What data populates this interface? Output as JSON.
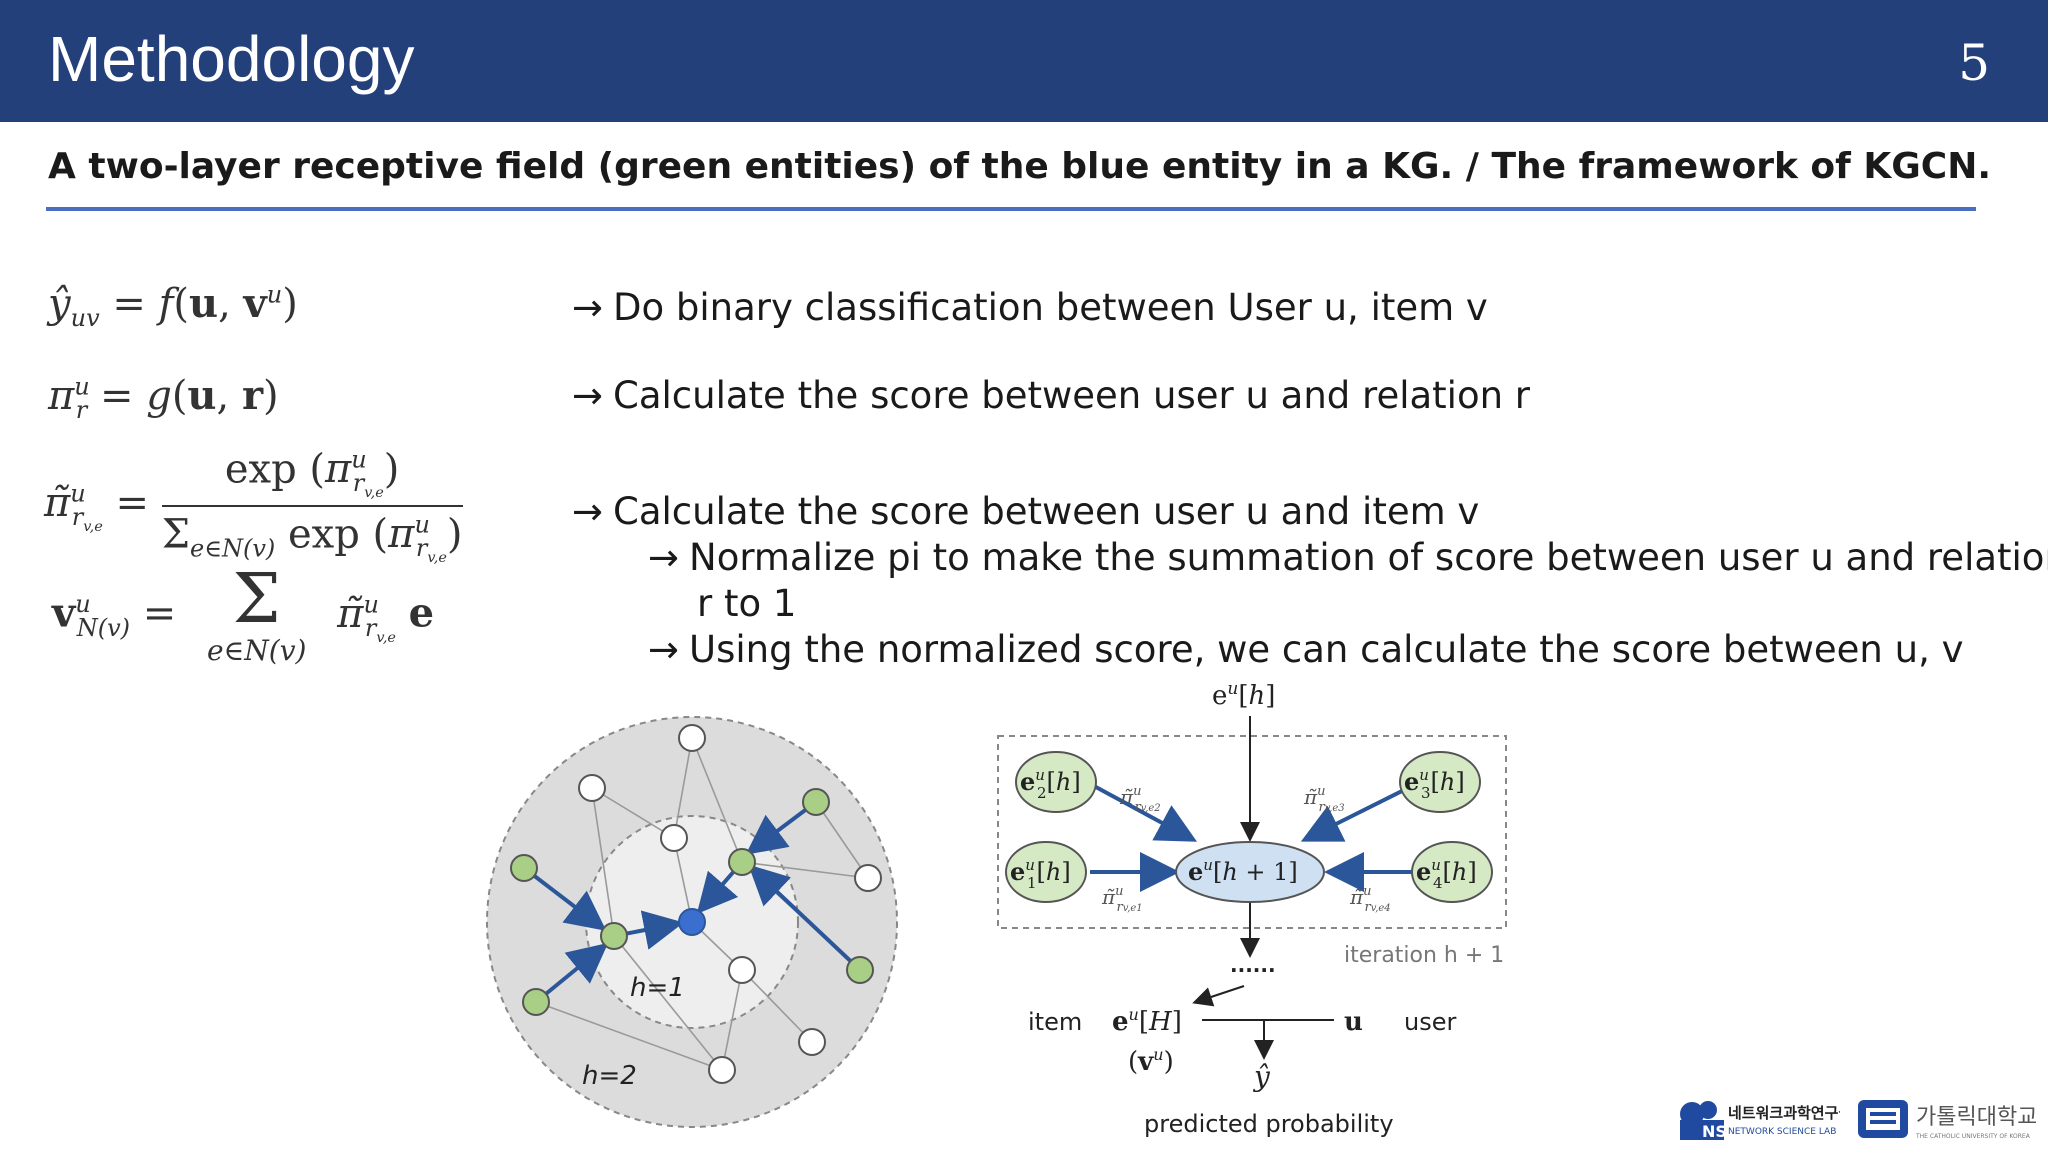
{
  "header": {
    "title": "Methodology",
    "page_number": "5"
  },
  "subtitle": "A two-layer receptive field (green entities) of the blue entity in a KG. / The framework of KGCN.",
  "bullets": {
    "b1": "Do binary classification between User u, item v",
    "b2": "Calculate the score between user u and relation r",
    "b3": "Calculate the score between user u and item v",
    "b3_sub1_line1": "Normalize pi to make the summation of score between user u and relation",
    "b3_sub1_line2": "r to 1",
    "b3_sub2": "Using the normalized score, we can calculate the score between u, v"
  },
  "arrow_glyph": "→",
  "kg_diagram": {
    "h1_label": "h=1",
    "h2_label": "h=2"
  },
  "kgcn_diagram": {
    "item_label": "item",
    "user_label": "user",
    "u_label": "u",
    "iteration_label": "iteration h + 1",
    "dots": "......",
    "prediction_label": "predicted probability"
  },
  "logos": {
    "lab_korean": "네트워크과학연구실",
    "lab_english": "NETWORK SCIENCE LAB",
    "lab_mark": "NS",
    "univ_korean": "가톨릭대학교",
    "univ_english": "THE CATHOLIC UNIVERSITY OF KOREA"
  },
  "colors": {
    "header_bg": "#24407a",
    "rule": "#4a6fc0",
    "green_entity": "#a9cf87",
    "blue_entity": "#3a6fd0",
    "edge_blue": "#2c569a",
    "kgcn_node_green": "#d5e9c5",
    "kgcn_node_blue": "#cfe0f3"
  }
}
